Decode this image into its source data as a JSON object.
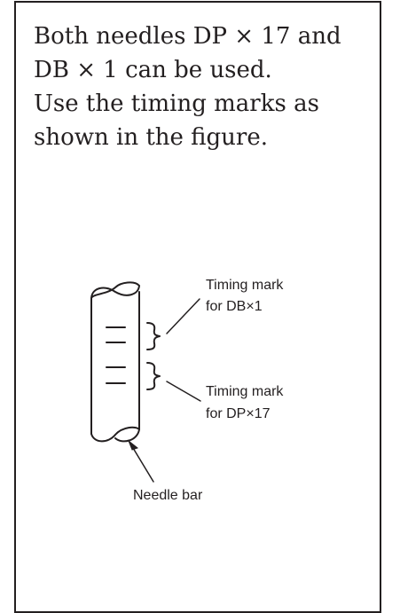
{
  "instructions": {
    "line1": "Both needles DP × 17 and",
    "line2": "DB × 1 can be used.",
    "line3": "Use the timing marks as",
    "line4": "shown in the figure."
  },
  "figure": {
    "label_db_line1": "Timing mark",
    "label_db_line2": "for DB×1",
    "label_dp_line1": "Timing mark",
    "label_dp_line2": "for DP×17",
    "label_needle_bar": "Needle bar"
  },
  "colors": {
    "ink": "#231f20",
    "background": "#ffffff"
  }
}
